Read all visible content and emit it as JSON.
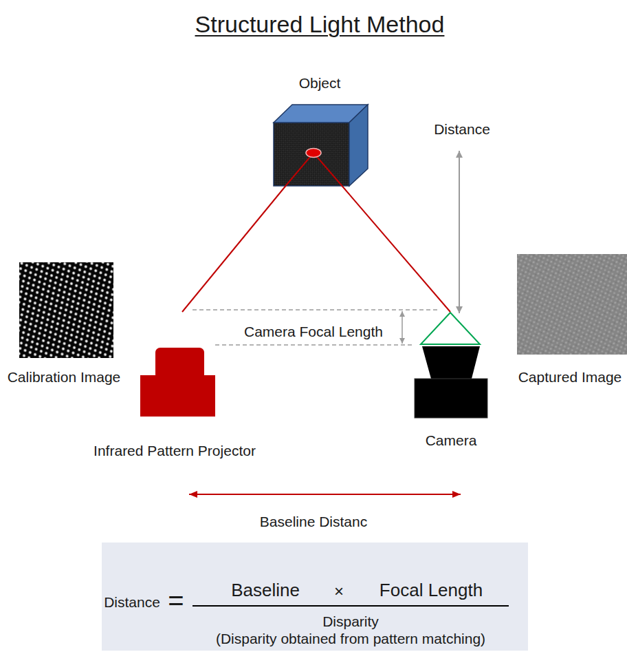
{
  "diagram": {
    "title": "Structured Light Method",
    "nodes": [
      {
        "text": [
          "Object"
        ]
      },
      {
        "text": [
          "Calibration Image"
        ]
      },
      {
        "text": [
          "Captured Image"
        ]
      },
      {
        "text": [
          "Infrared Pattern Projector"
        ]
      },
      {
        "text": [
          "Camera"
        ]
      },
      {
        "text": [
          "Distance",
          "=",
          "Baseline",
          "×",
          "Focal Length",
          "Disparity",
          "(Disparity obtained from pattern matching)"
        ]
      }
    ],
    "edges": [
      {
        "from": 3,
        "to": 0,
        "arrow": "none"
      },
      {
        "from": 0,
        "to": 4,
        "arrow": "none"
      }
    ],
    "labels": [
      "Distance",
      "Camera Focal Length",
      "Baseline Distanc"
    ]
  }
}
